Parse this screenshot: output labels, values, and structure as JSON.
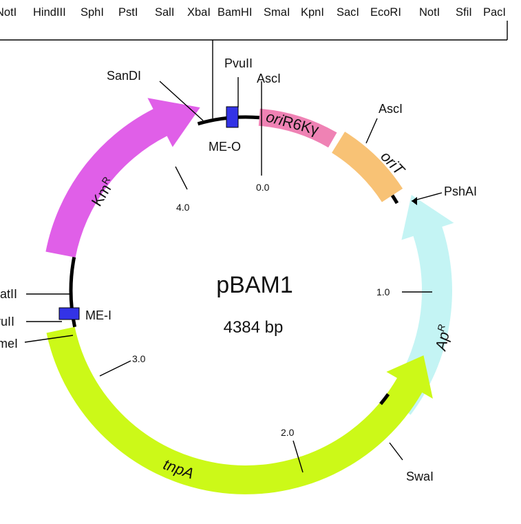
{
  "plasmid": {
    "name": "pBAM1",
    "size": "4384 bp"
  },
  "mcs_sites": [
    "NotI",
    "HindIII",
    "SphI",
    "PstI",
    "SalI",
    "XbaI",
    "BamHI",
    "SmaI",
    "KpnI",
    "SacI",
    "EcoRI",
    "NotI",
    "SfiI",
    "PacI"
  ],
  "sites": {
    "sandi": "SanDI",
    "pvuii_top": "PvuII",
    "asci_top": "AscI",
    "asci_right": "AscI",
    "pshai": "PshAI",
    "swai": "SwaI",
    "aatii": "AatII",
    "pvuii_left": "PvuII",
    "pmei": "PmeI"
  },
  "elements": {
    "me_o": "ME-O",
    "me_i": "ME-I"
  },
  "genes": {
    "km": {
      "label": "Km",
      "sup": "R",
      "color": "#e05fe8"
    },
    "ori": {
      "italic": "ori",
      "rest": "R6Kγ",
      "color": "#ef82b4"
    },
    "orit": {
      "italic": "oriT",
      "color": "#f8c275"
    },
    "ap": {
      "label": "Ap",
      "sup": "R",
      "color": "#c4f4f4"
    },
    "tnpa": {
      "label": "tnpA",
      "color": "#ccf918"
    }
  },
  "ticks": [
    "0.0",
    "1.0",
    "2.0",
    "3.0",
    "4.0"
  ],
  "colors": {
    "backbone": "#000000",
    "me_box": "#3333e6"
  }
}
